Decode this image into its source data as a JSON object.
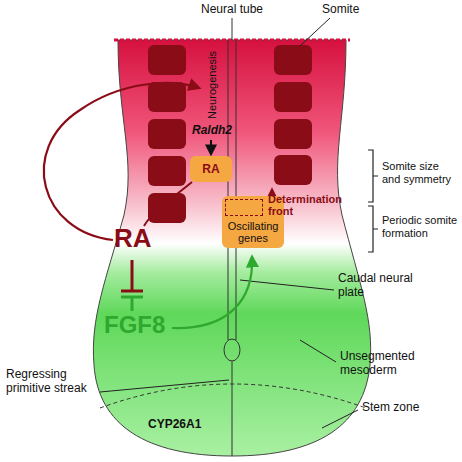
{
  "diagram": {
    "nodes": [
      {
        "text": [
          "RA"
        ]
      },
      {
        "text": [
          "Oscillating genes"
        ]
      },
      {
        "text": [
          "Determination front"
        ],
        "in": 1
      }
    ],
    "labels": [
      "Neural tube",
      "Somite",
      "Neurogenesis",
      "Raldh2",
      "RA",
      "Somite size and symmetry",
      "Periodic somite formation",
      "Caudal neural plate",
      "Unsegmented mesoderm",
      "FGF8",
      "Regressing primitive streak",
      "CYP26A1",
      "Stem zone"
    ]
  }
}
